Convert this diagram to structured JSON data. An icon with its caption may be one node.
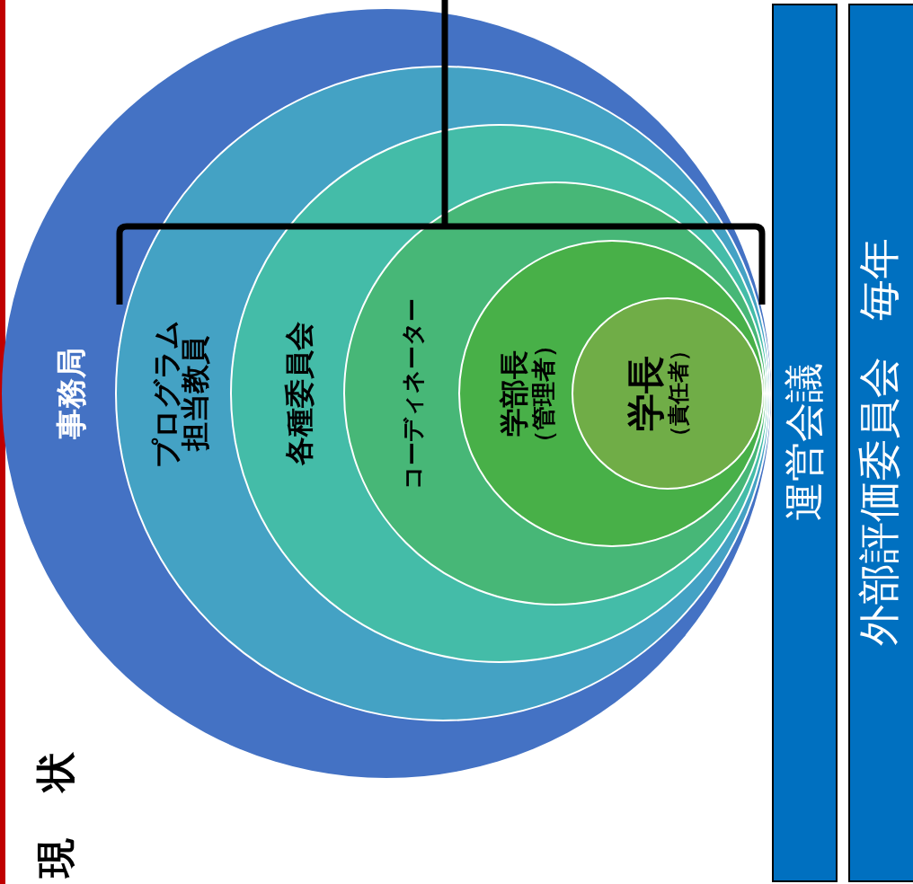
{
  "diagram": {
    "title": "現状",
    "nodes": [
      {
        "text": [
          "事務局"
        ]
      },
      {
        "text": [
          "プログラム担当教員"
        ],
        "in": 0
      },
      {
        "text": [
          "各種委員会"
        ],
        "in": 1
      },
      {
        "text": [
          "コーディネーター"
        ],
        "in": 2
      },
      {
        "text": [
          "学部長",
          "（管理者）"
        ],
        "in": 3
      },
      {
        "text": [
          "学長",
          "（責任者）"
        ],
        "in": 4
      },
      {
        "text": [
          "運営会議"
        ]
      },
      {
        "text": [
          "外部評価委員会",
          "毎年"
        ]
      }
    ]
  }
}
